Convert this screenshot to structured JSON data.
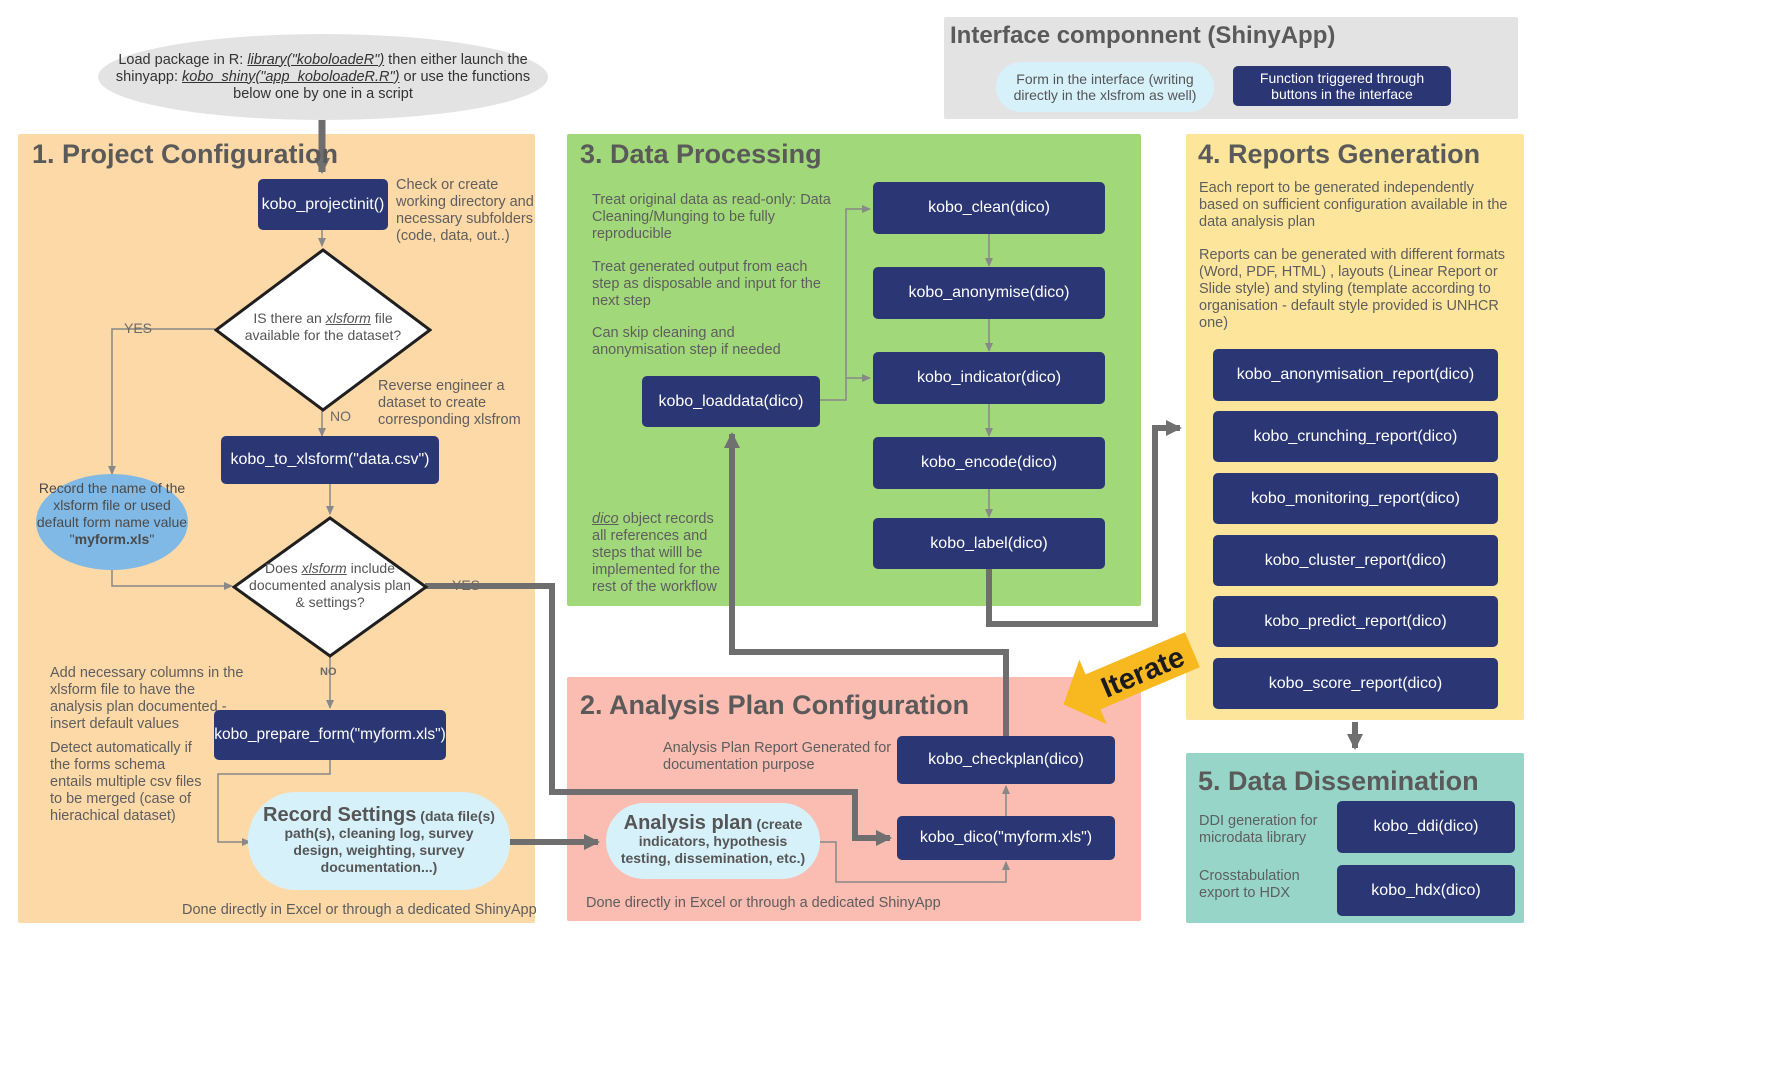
{
  "intro": {
    "line1_pre": "Load package in R: ",
    "line1_code": "library(\"koboloadeR\")",
    "line1_post": "  then either launch the",
    "line2_pre": "shinyapp:  ",
    "line2_code": "kobo_shiny(\"app_koboloadeR.R\")",
    "line2_post": " or use the functions",
    "line3": "below one by one in a script"
  },
  "legend": {
    "title": "Interface componnent (ShinyApp)",
    "form_label": "Form in the interface (writing directly in the xlsfrom as well)",
    "function_label": "Function triggered through buttons in the interface"
  },
  "section1": {
    "title": "1. Project Configuration",
    "projectinit": "kobo_projectinit()",
    "projectinit_note": "Check or create working directory and necessary subfolders (code, data, out..)",
    "decision1_pre": "IS there an ",
    "decision1_em": "xlsform",
    "decision1_post": " file available for the dataset?",
    "yes": "YES",
    "no": "NO",
    "reverse_note": "Reverse engineer a dataset to create corresponding xlsfrom",
    "to_xlsform": "kobo_to_xlsform(\"data.csv\")",
    "record_name_pre": "Record the name of the xlsform file or used default form name value \"",
    "record_name_bold": "myform.xls",
    "record_name_post": "\"",
    "decision2_pre": "Does  ",
    "decision2_em": "xlsform",
    "decision2_post": " include documented analysis plan & settings?",
    "yes2": "YES",
    "no2": "NO",
    "add_columns_note": "Add necessary columns in the xlsform file to have the analysis plan documented - insert default values",
    "detect_note": "Detect automatically if the forms schema entails multiple csv files to be merged (case of hierachical dataset)",
    "prepare_form": "kobo_prepare_form(\"myform.xls\")",
    "record_settings_title": "Record Settings",
    "record_settings_body": " (data file(s) path(s), cleaning log, survey design, weighting, survey documentation...)",
    "footer": "Done directly in Excel or through a dedicated ShinyApp"
  },
  "section2": {
    "title": "2. Analysis Plan Configuration",
    "report_note": "Analysis Plan Report Generated for documentation purpose",
    "checkplan": "kobo_checkplan(dico)",
    "dico": "kobo_dico(\"myform.xls\")",
    "analysis_plan_title": "Analysis plan",
    "analysis_plan_body": " (create indicators, hypothesis testing, dissemination, etc.)",
    "footer": "Done directly in Excel or through a dedicated ShinyApp"
  },
  "section3": {
    "title": "3. Data Processing",
    "note1": "Treat original data as read-only: Data Cleaning/Munging to be fully reproducible",
    "note2": "Treat generated output from each step as disposable and input for the next step",
    "note3": "Can skip cleaning and anonymisation step if needed",
    "dico_em": "dico",
    "dico_note": " object records all references and steps that willl be implemented for the rest of the workflow",
    "loaddata": "kobo_loaddata(dico)",
    "clean": "kobo_clean(dico)",
    "anonymise": "kobo_anonymise(dico)",
    "indicator": "kobo_indicator(dico)",
    "encode": "kobo_encode(dico)",
    "label": "kobo_label(dico)"
  },
  "section4": {
    "title": "4. Reports Generation",
    "note1": "Each report to be generated independently based on sufficient configuration available in the data analysis plan",
    "note2": "Reports can be generated with different formats (Word, PDF, HTML) , layouts (Linear Report or Slide style) and styling (template according to organisation - default style provided is UNHCR one)",
    "reports": [
      "kobo_anonymisation_report(dico)",
      "kobo_crunching_report(dico)",
      "kobo_monitoring_report(dico)",
      "kobo_cluster_report(dico)",
      "kobo_predict_report(dico)",
      "kobo_score_report(dico)"
    ]
  },
  "section5": {
    "title": "5. Data Dissemination",
    "ddi_note": "DDI  generation for microdata library",
    "ddi": "kobo_ddi(dico)",
    "hdx_note": "Crosstabulation export to HDX",
    "hdx": "kobo_hdx(dico)"
  },
  "iterate": "Iterate",
  "colors": {
    "box": "#2b3674",
    "section1": "#fdd9a8",
    "section2": "#fbbcb1",
    "section3": "#a1d97a",
    "section4": "#fde69c",
    "section5": "#97d5c8",
    "legend_bg": "#e3e3e3",
    "bubble": "#d7f1fa",
    "blue_record": "#80b9e6",
    "iterate": "#f8b81f"
  }
}
